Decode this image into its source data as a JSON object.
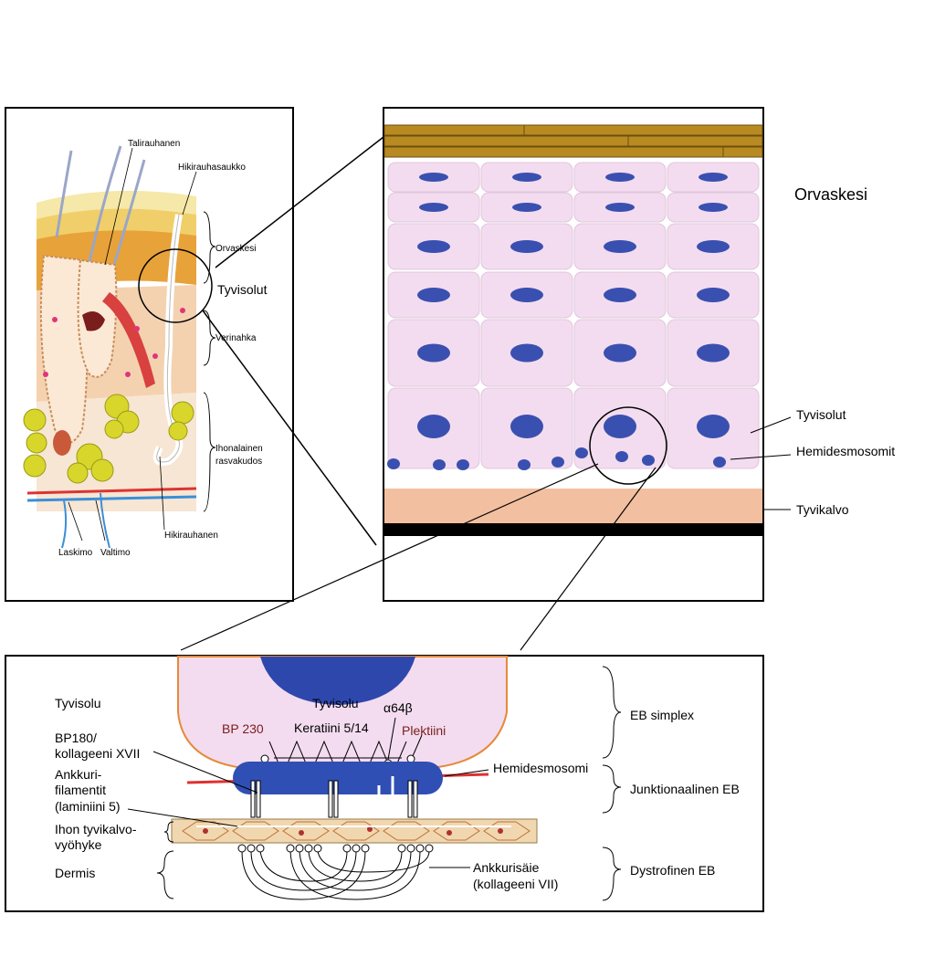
{
  "skin_overview": {
    "labels": {
      "talirauhanen": "Talirauhanen",
      "hikirauhasaukko": "Hikirauhasaukko",
      "orvaskesi": "Orvaskesi",
      "tyvisolut": "Tyvisolut",
      "verinahka": "Verinahka",
      "ihonalainen_line1": "Ihonalainen",
      "ihonalainen_line2": "rasvakudos",
      "hikirauhanen": "Hikirauhanen",
      "laskimo": "Laskimo",
      "valtimo": "Valtimo"
    }
  },
  "epidermis_zoom": {
    "labels": {
      "orvaskesi": "Orvaskesi",
      "tyvisolut": "Tyvisolut",
      "hemidesmosomit": "Hemidesmosomit",
      "tyvikalvo": "Tyvikalvo"
    }
  },
  "hemidesmosome_detail": {
    "labels": {
      "tyvisolu_left": "Tyvisolu",
      "tyvisolu_cell": "Tyvisolu",
      "bp230": "BP 230",
      "keratiini": "Keratiini 5/14",
      "alpha64beta": "α64β",
      "plektiini": "Plektiini",
      "bp180_line1": "BP180/",
      "bp180_line2": "kollageeni XVII",
      "ankkuri_line1": "Ankkuri-",
      "ankkuri_line2": "filamentit",
      "ankkuri_line3": "(laminiini 5)",
      "ihon_line1": "Ihon tyvikalvo-",
      "ihon_line2": "vyöhyke",
      "dermis": "Dermis",
      "hemidesmosomi": "Hemidesmosomi",
      "ankkurisaie_line1": "Ankkurisäie",
      "ankkurisaie_line2": "(kollageeni VII)",
      "eb_simplex": "EB simplex",
      "junktionaalinen": "Junktionaalinen EB",
      "dystrofinen": "Dystrofinen EB"
    }
  },
  "colors": {
    "cell_fill": "#f3dcef",
    "nucleus": "#3a50b0",
    "keratin_layer": "#b88a22",
    "basement_membrane": "#f2bfa0",
    "hemidesmosome": "#2f4fb5",
    "dermis_fat": "#d8d62a",
    "muscle": "#cc3333"
  }
}
